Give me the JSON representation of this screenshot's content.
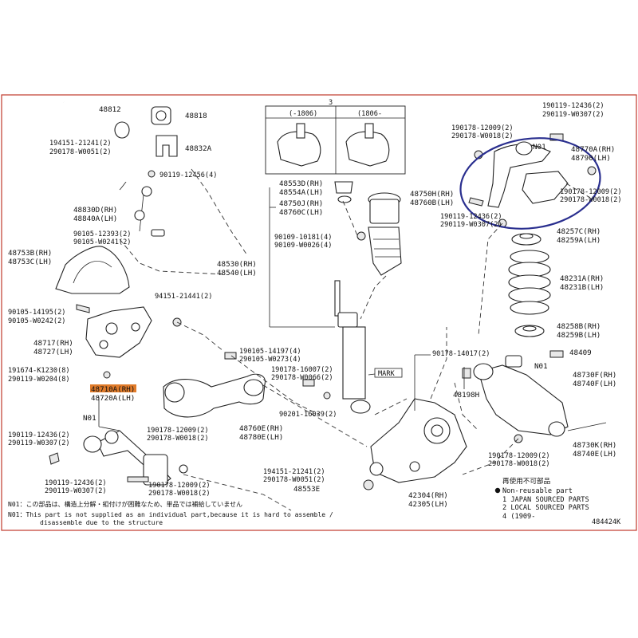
{
  "diagram_code": "484424K",
  "circled_group_color": "#2a2f8f",
  "frame_color": "#c0392b",
  "highlight_color": "#e07b2a",
  "labels": {
    "p48812": "48812",
    "p48818": "48818",
    "p48832a": "48832A",
    "p194151a": "194151-21241(2)",
    "p290178a": "290178-W0051(2)",
    "p90119_12456": "90119-12456(4)",
    "p48830d": "48830D(RH)",
    "p48840a": "48840A(LH)",
    "p90105_12393": "90105-12393(2)",
    "p90105_w0241": "90105-W0241(2)",
    "p48753b": "48753B(RH)",
    "p48753c": "48753C(LH)",
    "p94151": "94151-21441(2)",
    "p90105_14195": "90105-14195(2)",
    "p90105_w0242": "90105-W0242(2)",
    "p48717": "48717(RH)",
    "p48727": "48727(LH)",
    "p191674": "191674-K1230(8)",
    "p290119_w0204": "290119-W0204(8)",
    "p48710a": "48710A(RH)",
    "p48720a": "48720A(LH)",
    "n01a": "N01",
    "p190119_12436a": "190119-12436(2)",
    "p290119_w0307a": "290119-W0307(2)",
    "p190178_12009a": "190178-12009(2)",
    "p290178_w0018a": "290178-W0018(2)",
    "p190119_12436b": "190119-12436(2)",
    "p290119_w0307b": "290119-W0307(2)",
    "p190178_12009b": "190178-12009(2)",
    "p290178_w0018b": "290178-W0018(2)",
    "p190105_14197": "190105-14197(4)",
    "p290105_w0273": "290105-W0273(4)",
    "p190178_16007": "190178-16007(2)",
    "p290178_w0066": "290178-W0066(2)",
    "p90201": "90201-16039(2)",
    "p48760e": "48760E(RH)",
    "p48780e": "48780E(LH)",
    "mark": "MARK",
    "p194151b": "194151-21241(2)",
    "p290178b": "290178-W0051(2)",
    "p48553e": "48553E",
    "p42304": "42304(RH)",
    "p42305": "42305(LH)",
    "legend_circle": "Non-reusable part",
    "legend_ring": "再使用不可部品",
    "legend_1": "1 JAPAN SOURCED PARTS",
    "legend_2": "2 LOCAL SOURCED PARTS",
    "legend_4": "4 (1909-",
    "sub3": "3",
    "sub_left": "(-1806)",
    "sub_right": "(1806-",
    "p48553d": "48553D(RH)",
    "p48554a": "48554A(LH)",
    "p48750j": "48750J(RH)",
    "p48760c": "48760C(LH)",
    "p90109_10181": "90109-10181(4)",
    "p90109_w0026": "90109-W0026(4)",
    "p48530": "48530(RH)",
    "p48540": "48540(LH)",
    "p48750h": "48750H(RH)",
    "p48760b": "48760B(LH)",
    "p190119_12436t": "190119-12436(2)",
    "p290119_w0307t": "290119-W0307(2)",
    "p190178_12009t": "190178-12009(2)",
    "p290178_w0018t": "290178-W0018(2)",
    "n01b": "N01",
    "p48770a": "48770A(RH)",
    "p48790": "48790(LH)",
    "p190178_12009c": "190178-12009(2)",
    "p290178_w0018c": "290178-W0018(2)",
    "p190119_12436c": "190119-12436(2)",
    "p290119_w0307c": "290119-W0307(2)",
    "p48257c": "48257C(RH)",
    "p48259a": "48259A(LH)",
    "p48231a": "48231A(RH)",
    "p48231b": "48231B(LH)",
    "p48258b": "48258B(RH)",
    "p48259b": "48259B(LH)",
    "p90178_14017": "90178-14017(2)",
    "p48409": "48409",
    "n01c": "N01",
    "p48198h": "48198H",
    "p48730f": "48730F(RH)",
    "p48740f": "48740F(LH)",
    "p48730k": "48730K(RH)",
    "p48740e": "48740E(LH)",
    "p190178_12009d": "190178-12009(2)",
    "p290178_w0018d": "290178-W0018(2)"
  },
  "footnotes": {
    "n01_jp": "N01：この部品は、構造上分解・組付けが困難なため、単品では補給していません",
    "n01_en_1": "N01：This part is not supplied as an individual part,because it is hard to assemble /",
    "n01_en_2": "disassemble due to the structure"
  }
}
